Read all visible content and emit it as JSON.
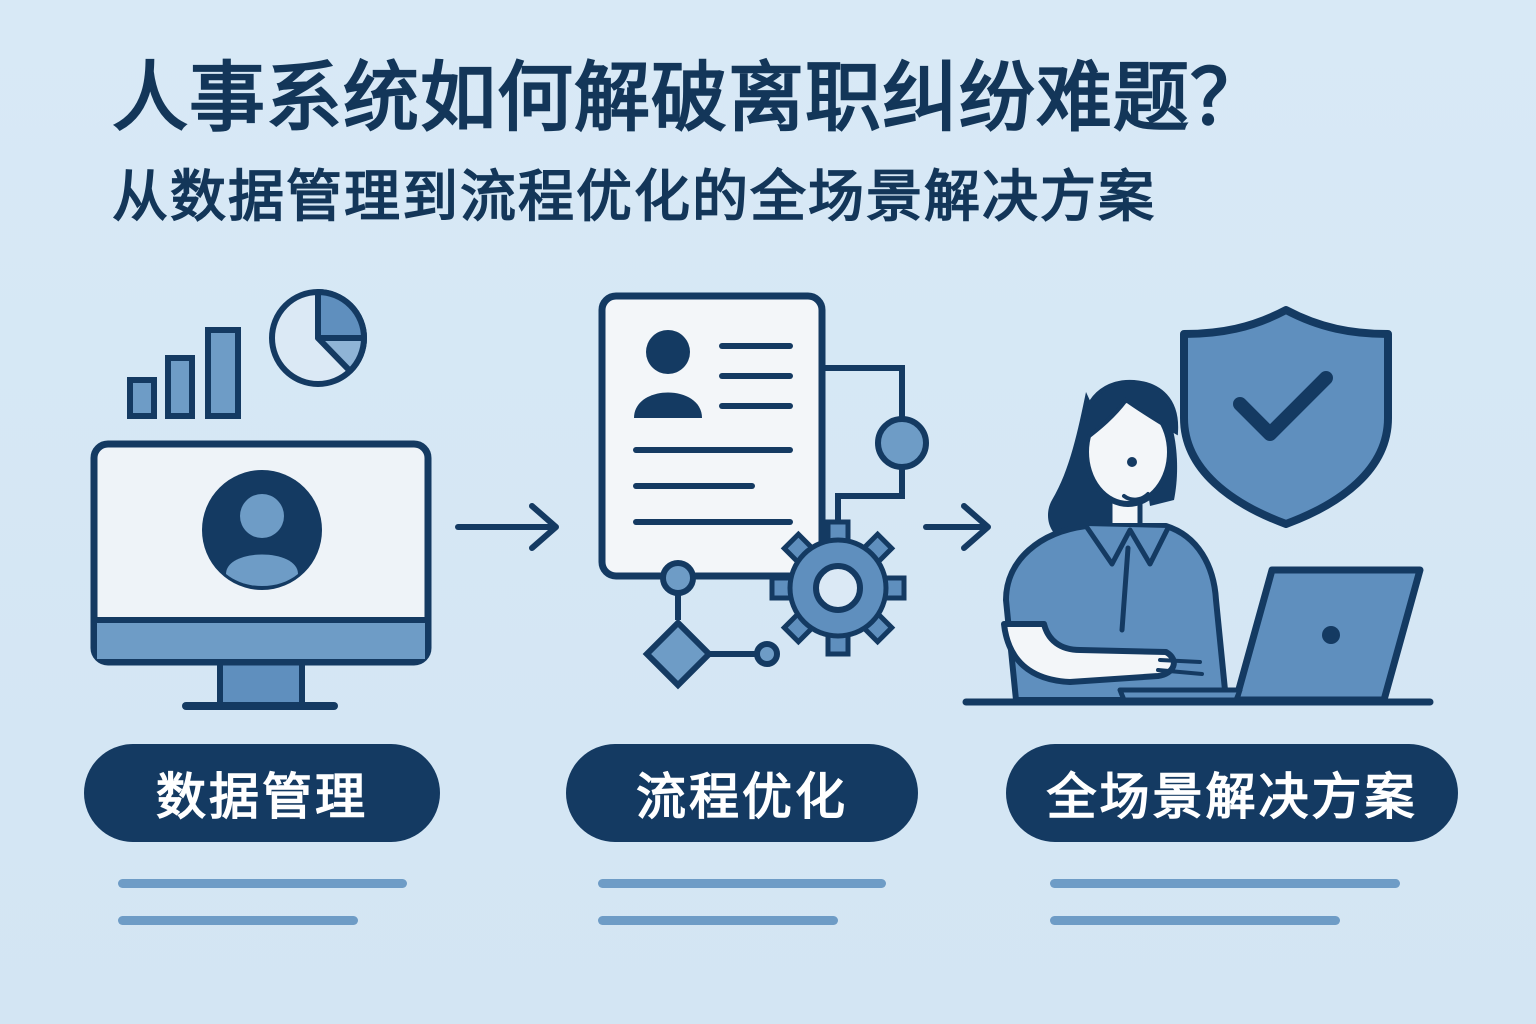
{
  "title": "人事系统如何解破离职纠纷难题？",
  "subtitle": "从数据管理到流程优化的全场景解决方案",
  "steps": [
    {
      "label": "数据管理",
      "icon": "monitor-user-icon"
    },
    {
      "label": "流程优化",
      "icon": "document-workflow-icon"
    },
    {
      "label": "全场景解决方案",
      "icon": "person-laptop-shield-icon"
    }
  ],
  "colors": {
    "navy": "#143a62",
    "mid_blue": "#5f8fbe",
    "light_blue": "#6e9cc6",
    "paper": "#f3f6f9",
    "background": "#d8e9f6"
  }
}
